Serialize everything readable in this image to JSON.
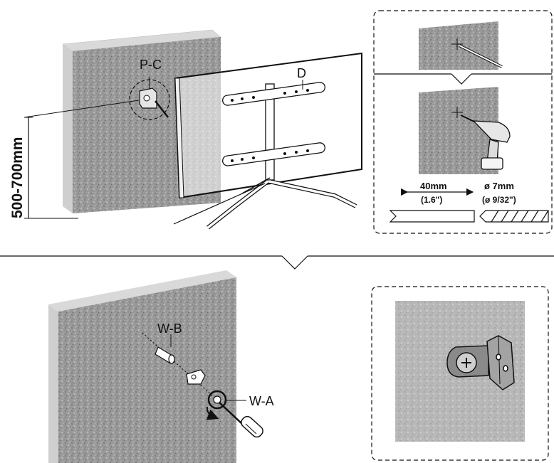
{
  "top": {
    "labels": {
      "pc": "P-C",
      "d": "D",
      "height_range": "500-700mm"
    },
    "inset": {
      "depth": "40mm",
      "depth_in": "(1.6\")",
      "diameter": "ø 7mm",
      "diameter_in": "(ø 9/32\")"
    }
  },
  "bottom": {
    "labels": {
      "wb": "W-B",
      "wa": "W-A"
    }
  }
}
